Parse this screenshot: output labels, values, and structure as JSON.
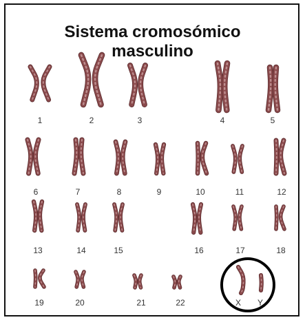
{
  "title": {
    "line1": "Sistema cromosómico",
    "line2": "masculino"
  },
  "colors": {
    "chromosome": "#8a4a4c",
    "chromosome_dark": "#5a2a2c",
    "band": "#e9c9c9",
    "circle": "#000000"
  },
  "chromosomes": [
    {
      "id": "c1",
      "label": "1"
    },
    {
      "id": "c2",
      "label": "2"
    },
    {
      "id": "c3",
      "label": "3"
    },
    {
      "id": "c4",
      "label": "4"
    },
    {
      "id": "c5",
      "label": "5"
    },
    {
      "id": "c6",
      "label": "6"
    },
    {
      "id": "c7",
      "label": "7"
    },
    {
      "id": "c8",
      "label": "8"
    },
    {
      "id": "c9",
      "label": "9"
    },
    {
      "id": "c10",
      "label": "10"
    },
    {
      "id": "c11",
      "label": "11"
    },
    {
      "id": "c12",
      "label": "12"
    },
    {
      "id": "c13",
      "label": "13"
    },
    {
      "id": "c14",
      "label": "14"
    },
    {
      "id": "c15",
      "label": "15"
    },
    {
      "id": "c16",
      "label": "16"
    },
    {
      "id": "c17",
      "label": "17"
    },
    {
      "id": "c18",
      "label": "18"
    },
    {
      "id": "c19",
      "label": "19"
    },
    {
      "id": "c20",
      "label": "20"
    },
    {
      "id": "c21",
      "label": "21"
    },
    {
      "id": "c22",
      "label": "22"
    },
    {
      "id": "cX",
      "label": "X"
    },
    {
      "id": "cY",
      "label": "Y"
    }
  ]
}
